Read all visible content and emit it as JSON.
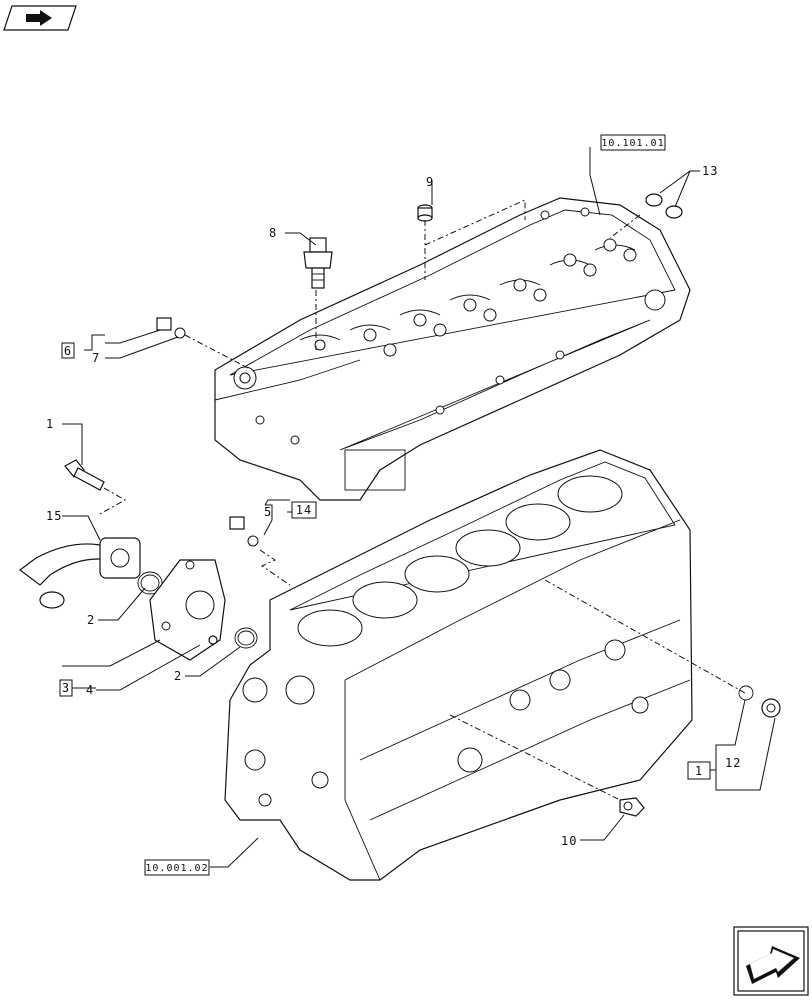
{
  "refs": {
    "cylinder_head": "10.101.01",
    "engine_block": "10.001.02"
  },
  "callouts": {
    "c1": "1",
    "c2a": "2",
    "c2b": "2",
    "c4": "4",
    "c5": "5",
    "c7": "7",
    "c8": "8",
    "c9": "9",
    "c10": "10",
    "c12": "12",
    "c13": "13",
    "c15": "15"
  },
  "kit_boxes": {
    "k1": "1",
    "k3": "3",
    "k6": "6",
    "k14": "14"
  },
  "icons": [
    "navigation-arrow-icon",
    "next-page-arrow-icon"
  ]
}
